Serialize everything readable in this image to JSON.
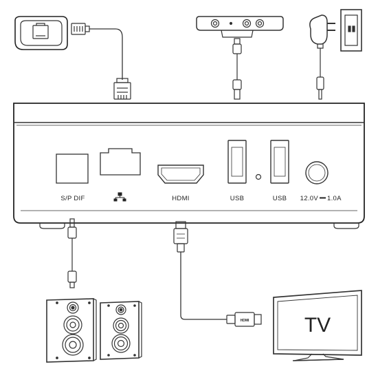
{
  "ports": {
    "spdif": "S/P DIF",
    "hdmi": "HDMI",
    "usb_1": "USB",
    "usb_2": "USB",
    "power": "12.0V",
    "power_current": "1.0A"
  },
  "icons": {
    "lan": "network-icon"
  },
  "cable": {
    "hdmi_plug_text": "HDMI"
  },
  "tv": {
    "label": "TV"
  }
}
